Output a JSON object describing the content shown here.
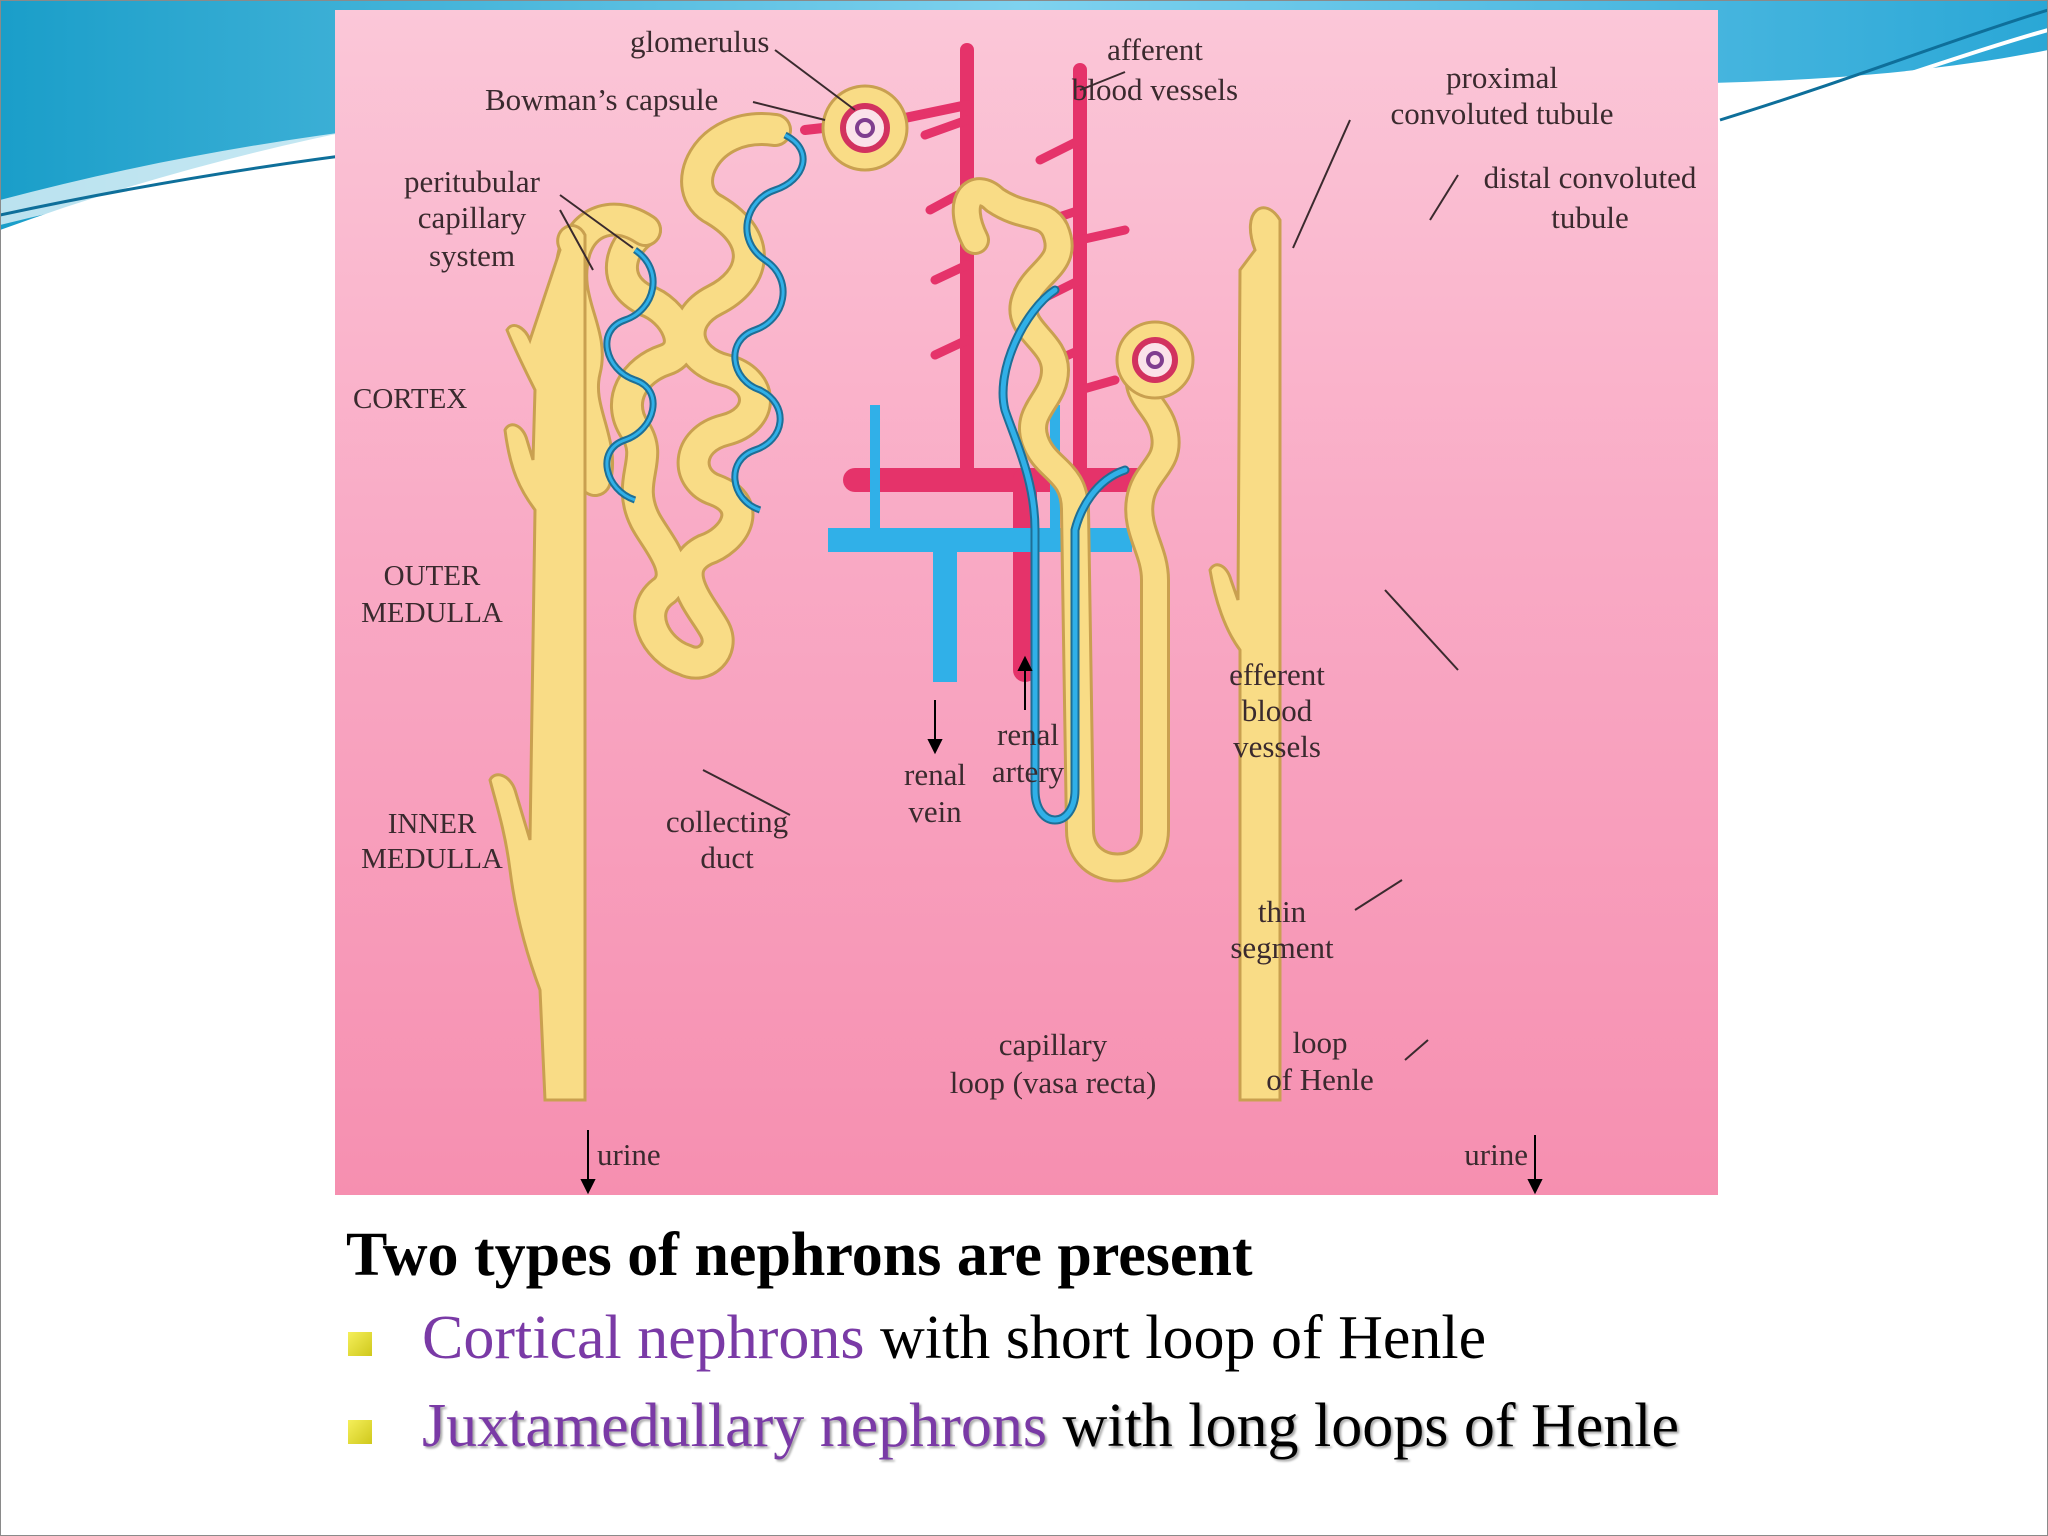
{
  "slide": {
    "accent_blue": "#3bb3e8",
    "bullet_color": "#d8d020",
    "term_color": "#7a3aa6"
  },
  "diagram": {
    "background_gradient": [
      "#fbc7d8",
      "#f68fb0"
    ],
    "tubule_color": "#f9dc86",
    "artery_color": "#e5336a",
    "vein_color": "#30b0e8",
    "labels": {
      "glomerulus": "glomerulus",
      "bowmans_capsule": "Bowman’s capsule",
      "afferent_1": "afferent",
      "afferent_2": "blood vessels",
      "proximal_1": "proximal",
      "proximal_2": "convoluted tubule",
      "distal_1": "distal convoluted",
      "distal_2": "tubule",
      "peritubular_1": "peritubular",
      "peritubular_2": "capillary",
      "peritubular_3": "system",
      "cortex": "CORTEX",
      "outer_medulla_1": "OUTER",
      "outer_medulla_2": "MEDULLA",
      "inner_medulla_1": "INNER",
      "inner_medulla_2": "MEDULLA",
      "collecting_1": "collecting",
      "collecting_2": "duct",
      "renal_vein_1": "renal",
      "renal_vein_2": "vein",
      "renal_artery_1": "renal",
      "renal_artery_2": "artery",
      "efferent_1": "efferent",
      "efferent_2": "blood",
      "efferent_3": "vessels",
      "thin_1": "thin",
      "thin_2": "segment",
      "capillary_loop_1": "capillary",
      "capillary_loop_2": "loop (vasa recta)",
      "loop_henle_1": "loop",
      "loop_henle_2": "of Henle",
      "urine_left": "urine",
      "urine_right": "urine"
    }
  },
  "text": {
    "heading": "Two types of nephrons are present",
    "bullets": [
      {
        "term": "Cortical nephrons",
        "rest": " with short loop of Henle"
      },
      {
        "term": "Juxtamedullary nephrons",
        "rest": " with long loops of Henle"
      }
    ]
  }
}
